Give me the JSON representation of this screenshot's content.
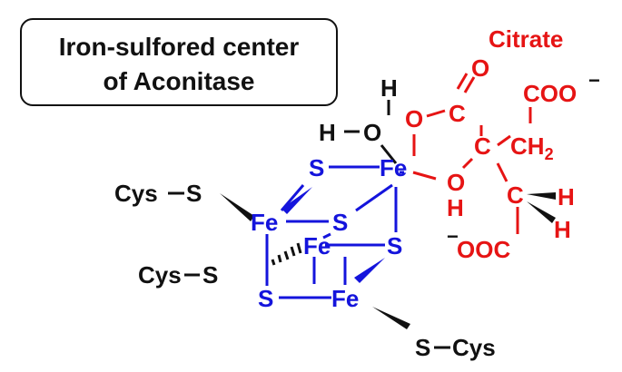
{
  "title": {
    "line1": "Iron-sulfored center",
    "line2": "of Aconitase"
  },
  "colors": {
    "cluster": "#1414dc",
    "citrate": "#e61414",
    "ligand": "#111111"
  },
  "labels": {
    "citrate": "Citrate",
    "coo_top": "COO",
    "minus": "−",
    "ch2": "CH",
    "sub2": "2",
    "c": "C",
    "o": "O",
    "h": "H",
    "ooc": "OOC",
    "fe": "Fe",
    "s": "S",
    "cys": "Cys"
  }
}
